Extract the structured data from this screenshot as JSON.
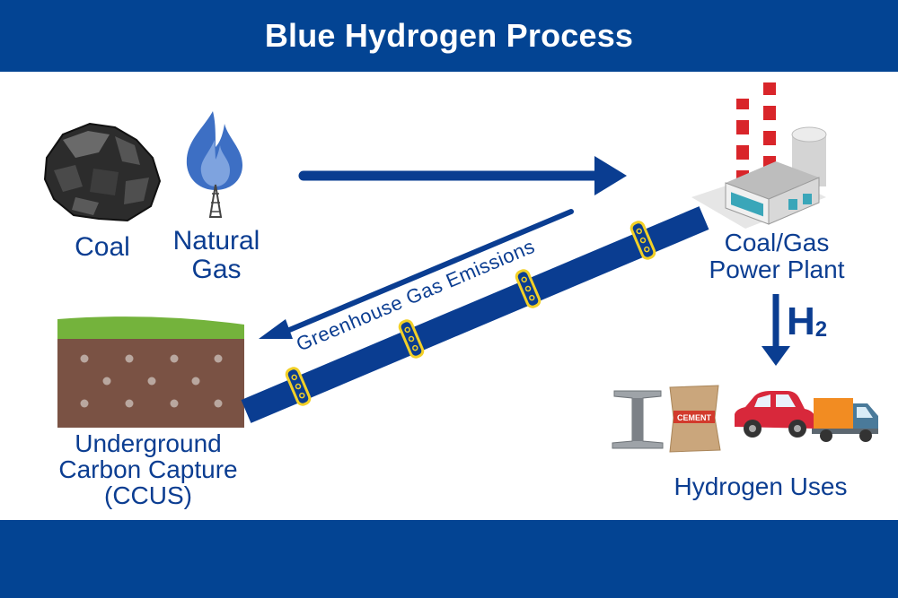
{
  "title": "Blue Hydrogen Process",
  "nodes": {
    "coal": "Coal",
    "natural_gas_line1": "Natural",
    "natural_gas_line2": "Gas",
    "power_plant_line1": "Coal/Gas",
    "power_plant_line2": "Power Plant",
    "ccus_line1": "Underground",
    "ccus_line2": "Carbon Capture",
    "ccus_line3": "(CCUS)",
    "uses": "Hydrogen Uses"
  },
  "edges": {
    "emissions": "Greenhouse Gas Emissions",
    "h2_main": "H",
    "h2_sub": "2"
  },
  "uses_icons": [
    "steel-beam-icon",
    "cement-bag-icon",
    "car-icon",
    "truck-icon"
  ],
  "cement_label": "CEMENT",
  "colors": {
    "brand_blue": "#034493",
    "label_blue": "#0b3d91",
    "pipe_blue": "#0a3d91",
    "clamp_yellow": "#f2d027",
    "soil_brown": "#7a5244",
    "grass_green": "#74b33c",
    "flame_blue": "#3d6fc4",
    "chimney_red": "#d9252a"
  }
}
